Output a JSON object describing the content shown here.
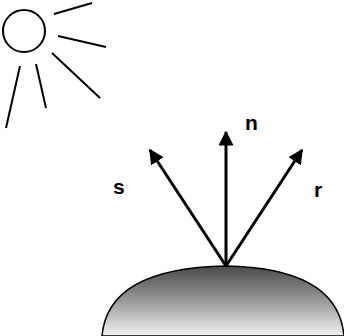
{
  "diagram": {
    "labels": [
      "s",
      "n",
      "r"
    ]
  }
}
